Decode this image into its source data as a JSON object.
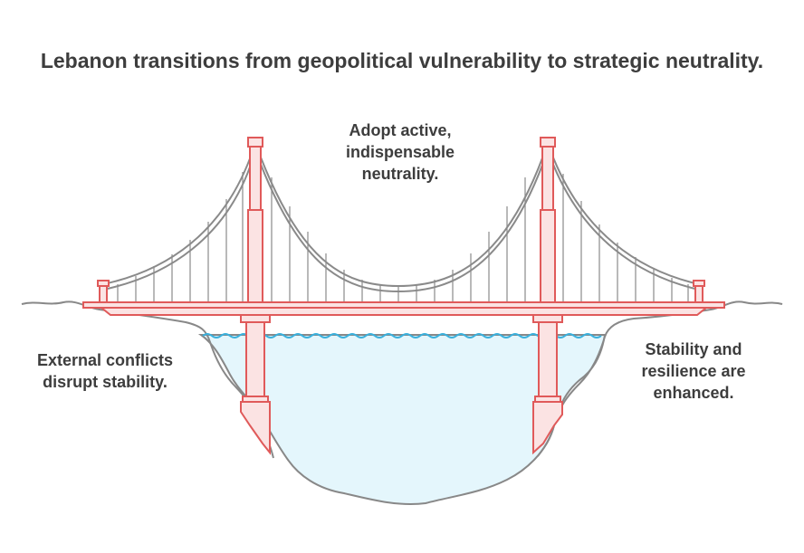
{
  "title": "Lebanon transitions from geopolitical vulnerability to strategic neutrality.",
  "labels": {
    "top": [
      "Adopt active,",
      "indispensable",
      "neutrality."
    ],
    "left": [
      "External conflicts",
      "disrupt stability."
    ],
    "right": [
      "Stability and",
      "resilience are",
      "enhanced."
    ]
  },
  "colors": {
    "text": "#3d3d3d",
    "bridge_stroke": "#e05a5a",
    "bridge_fill": "#fbe3e3",
    "cable": "#8a8a8a",
    "ground_stroke": "#888888",
    "water_fill": "#e4f6fc",
    "water_line": "#3ab0dc"
  }
}
